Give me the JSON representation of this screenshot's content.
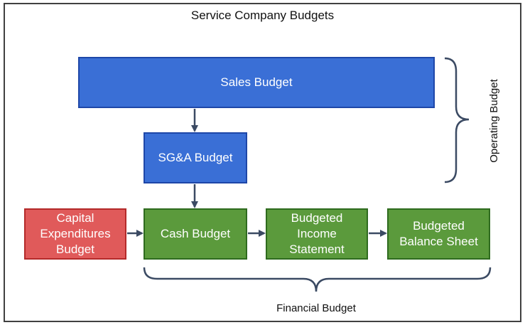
{
  "title": "Service Company Budgets",
  "boxes": {
    "sales": "Sales Budget",
    "sga": "SG&A Budget",
    "capex": "Capital Expenditures Budget",
    "cash": "Cash Budget",
    "income": "Budgeted Income Statement",
    "balance": "Budgeted Balance Sheet"
  },
  "brace_labels": {
    "operating": "Operating Budget",
    "financial": "Financial Budget"
  },
  "colors": {
    "operating_box": "#3a6fd6",
    "financial_box": "#5b9a3c",
    "capital_box": "#e05a5a",
    "connector": "#3b4a63"
  }
}
